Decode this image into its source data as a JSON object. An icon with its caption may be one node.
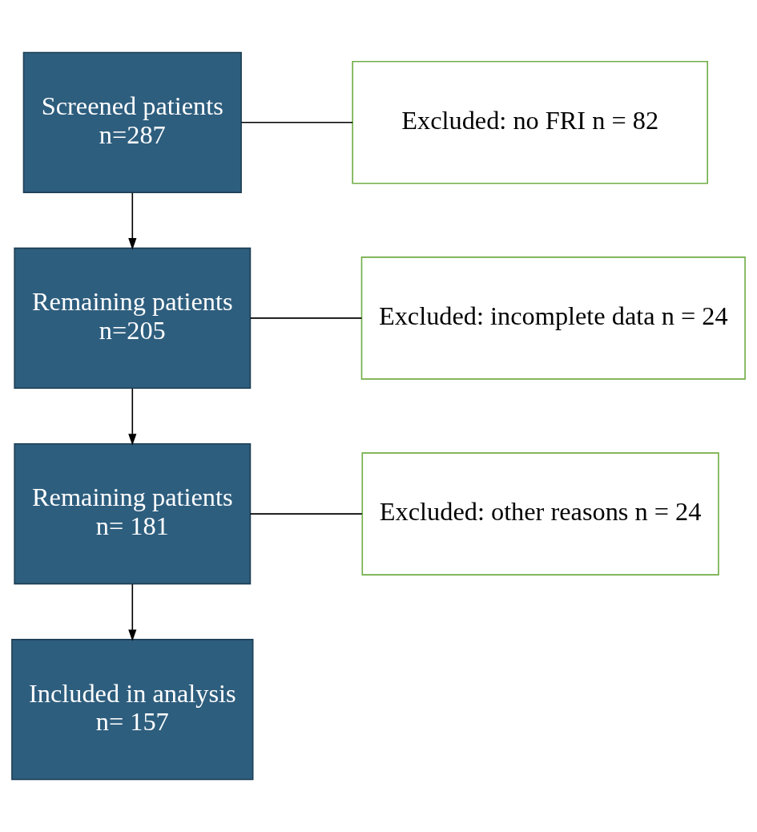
{
  "diagram": {
    "nodes": [
      {
        "text": [
          "Screened patients",
          "n=287"
        ]
      },
      {
        "text": [
          "Excluded: no FRI n = 82"
        ]
      },
      {
        "text": [
          "Remaining patients",
          "n=205"
        ]
      },
      {
        "text": [
          "Excluded: incomplete data n = 24"
        ]
      },
      {
        "text": [
          "Remaining patients",
          "n= 181"
        ]
      },
      {
        "text": [
          "Excluded: other reasons n = 24"
        ]
      },
      {
        "text": [
          "Included in analysis",
          "n= 157"
        ]
      }
    ],
    "edges": [
      {
        "from": 0,
        "to": 2,
        "arrow": "to"
      },
      {
        "from": 0,
        "to": 1,
        "arrow": "none"
      },
      {
        "from": 2,
        "to": 4,
        "arrow": "to"
      },
      {
        "from": 2,
        "to": 3,
        "arrow": "none"
      },
      {
        "from": 4,
        "to": 6,
        "arrow": "to"
      },
      {
        "from": 4,
        "to": 5,
        "arrow": "none"
      }
    ]
  }
}
